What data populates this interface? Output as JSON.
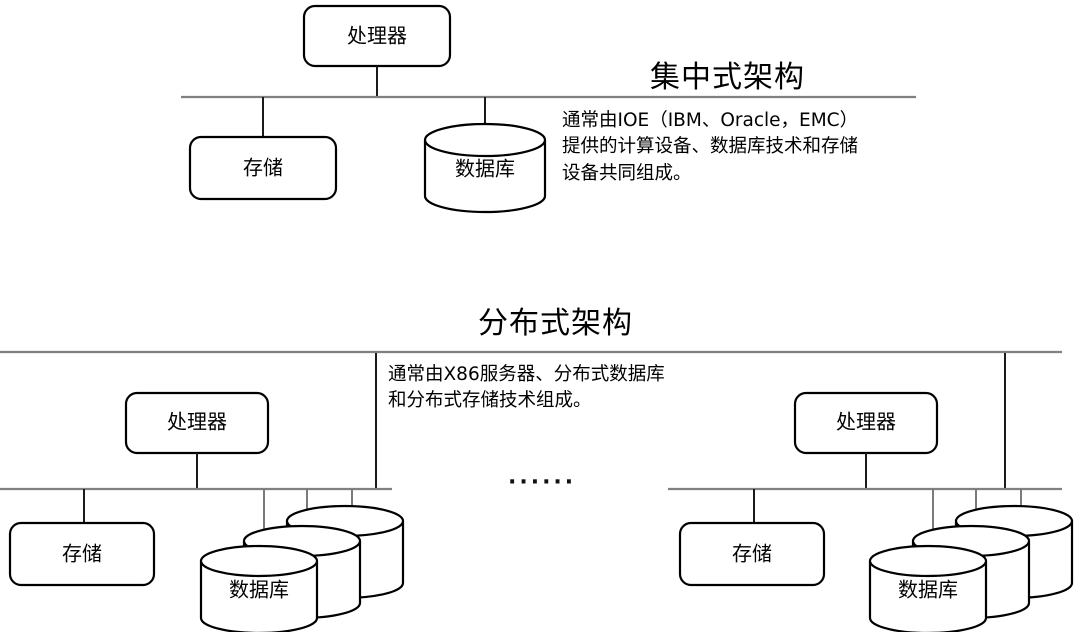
{
  "figure": {
    "kind": "architecture-comparison-diagram",
    "background": "#ffffff",
    "stroke_color": "#000000",
    "bus_color": "#808080"
  },
  "centralized": {
    "title": "集中式架构",
    "description": "通常由IOE（IBM、Oracle，EMC）\n提供的计算设备、数据库技术和存储\n设备共同组成。",
    "nodes": {
      "processor": "处理器",
      "storage": "存储",
      "database": "数据库"
    }
  },
  "distributed": {
    "title": "分布式架构",
    "description": "通常由X86服务器、分布式数据库\n和分布式存储技术组成。",
    "ellipsis": "······",
    "cluster_left": {
      "processor": "处理器",
      "storage": "存储",
      "database": "数据库"
    },
    "cluster_right": {
      "processor": "处理器",
      "storage": "存储",
      "database": "数据库"
    }
  }
}
